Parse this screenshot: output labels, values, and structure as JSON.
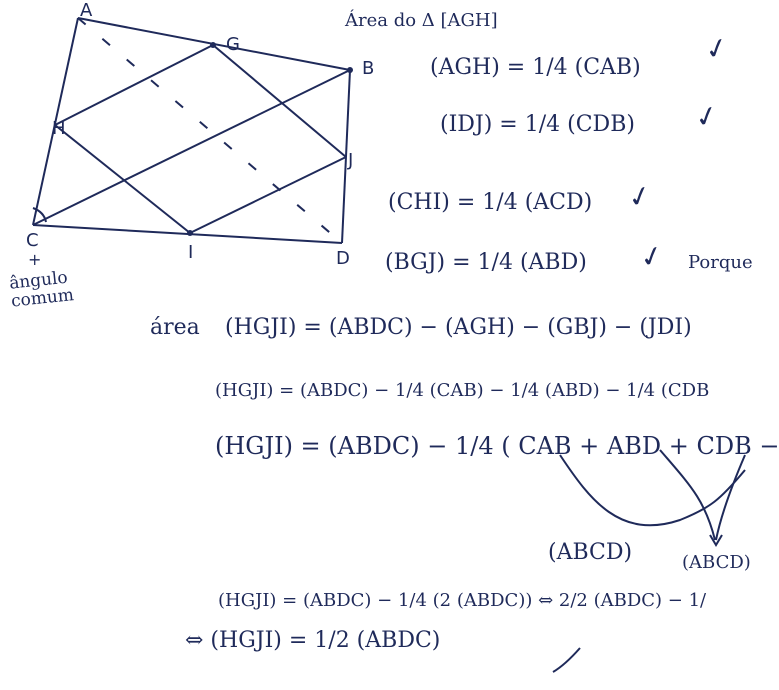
{
  "title": "Área do Δ [AGH]",
  "figure": {
    "labels": {
      "A": "A",
      "G": "G",
      "B": "B",
      "H": "H",
      "J": "J",
      "C": "C",
      "I": "I",
      "D": "D"
    },
    "angle_note": "ângulo comum"
  },
  "equations": {
    "e1": "(AGH) = 1/4 (CAB)",
    "e2": "(IDJ) = 1/4 (CDB)",
    "e3": "(CHI) = 1/4 (ACD)",
    "e4": "(BGJ) = 1/4 (ABD)",
    "e4_note": "Porque",
    "area_prefix": "área",
    "e5": "(HGJI) = (ABDC) − (AGH) − (GBJ) − (JDI)",
    "e6": "(HGJI) = (ABDC) − 1/4 (CAB) − 1/4 (ABD) − 1/4 (CDB",
    "e7": "(HGJI) = (ABDC) − 1/4 ( CAB + ABD + CDB −",
    "brace1": "(ABCD)",
    "brace2": "(ABCD)",
    "e8": "(HGJI) = (ABDC) − 1/4 (2 (ABDC)) ⇔ 2/2 (ABDC) − 1/",
    "e9": "⇔ (HGJI) = 1/2 (ABDC)"
  }
}
